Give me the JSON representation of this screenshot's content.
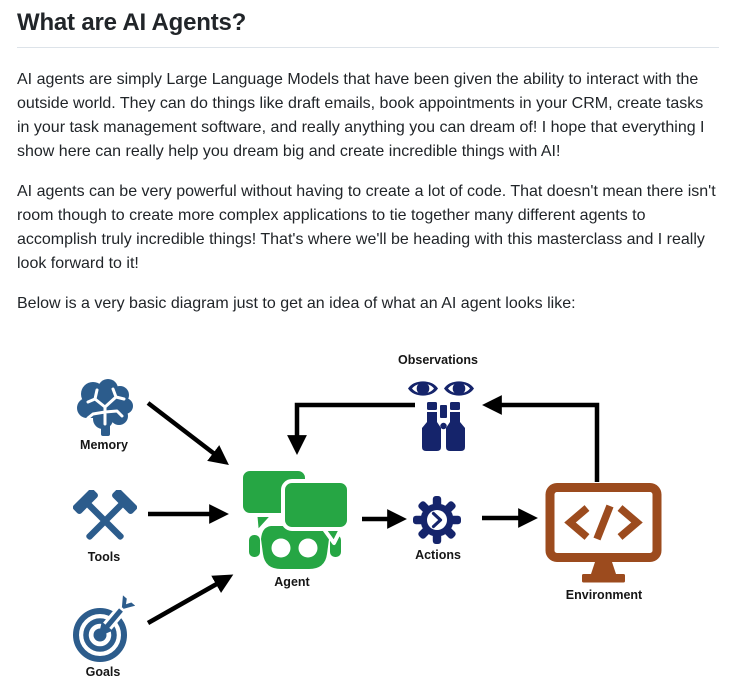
{
  "header": {
    "title": "What are AI Agents?"
  },
  "article": {
    "paragraphs": [
      "AI agents are simply Large Language Models that have been given the ability to interact with the outside world. They can do things like draft emails, book appointments in your CRM, create tasks in your task management software, and really anything you can dream of! I hope that everything I show here can really help you dream big and create incredible things with AI!",
      "AI agents can be very powerful without having to create a lot of code. That doesn't mean there isn't room though to create more complex applications to tie together many different agents to accomplish truly incredible things! That's where we'll be heading with this masterclass and I really look forward to it!",
      "Below is a very basic diagram just to get an idea of what an AI agent looks like:"
    ]
  },
  "diagram": {
    "nodes": {
      "memory": {
        "label": "Memory",
        "icon": "brain-icon"
      },
      "tools": {
        "label": "Tools",
        "icon": "crossed-hammers-icon"
      },
      "goals": {
        "label": "Goals",
        "icon": "target-dart-icon"
      },
      "agent": {
        "label": "Agent",
        "icon": "robot-chat-icon"
      },
      "observations": {
        "label": "Observations",
        "icon": "eyes-binoculars-icon"
      },
      "actions": {
        "label": "Actions",
        "icon": "gear-icon"
      },
      "environment": {
        "label": "Environment",
        "icon": "code-monitor-icon"
      }
    },
    "edges": [
      {
        "from": "memory",
        "to": "agent"
      },
      {
        "from": "tools",
        "to": "agent"
      },
      {
        "from": "goals",
        "to": "agent"
      },
      {
        "from": "agent",
        "to": "actions"
      },
      {
        "from": "actions",
        "to": "environment"
      },
      {
        "from": "environment",
        "to": "observations"
      },
      {
        "from": "observations",
        "to": "agent"
      }
    ],
    "colors": {
      "steel_blue": "#2C5C8C",
      "navy": "#15246B",
      "green": "#26A644",
      "brown": "#9C4B1E",
      "arrow": "#000000",
      "label_text": "#161616"
    }
  }
}
